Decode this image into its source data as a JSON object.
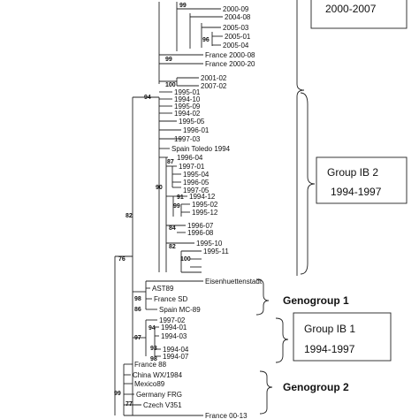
{
  "tree": {
    "leaves": [
      "2000-09",
      "2004-08",
      "2005-03",
      "2005-01",
      "2005-04",
      "France 2000-08",
      "France 2000-20",
      "2001-02",
      "2007-02",
      "1995-01",
      "1994-10",
      "1995-09",
      "1994-02",
      "1995-05",
      "1996-01",
      "1997-03",
      "Spain Toledo 1994",
      "1996-04",
      "1997-01",
      "1995-04",
      "1996-05",
      "1997-05",
      "1994-12",
      "1995-02",
      "1995-12",
      "1996-07",
      "1996-08",
      "1995-10",
      "1995-11",
      "Eisenhuettenstadt",
      "AST89",
      "France SD",
      "Spain MC-89",
      "1997-02",
      "1994-01",
      "1994-03",
      "1994-04",
      "1994-07",
      "France 88",
      "China WX/1984",
      "Mexico89",
      "Germany FRG",
      "Czech V351",
      "France 00-13"
    ],
    "bootstraps": [
      "99",
      "96",
      "99",
      "100",
      "94",
      "87",
      "90",
      "91",
      "99",
      "84",
      "82",
      "100",
      "82",
      "76",
      "98",
      "86",
      "94",
      "97",
      "93",
      "98",
      "99",
      "77"
    ]
  },
  "annotations": {
    "box_top_line": "2000-2007",
    "box_ib2_line1": "Group IB 2",
    "box_ib2_line2": "1994-1997",
    "genogroup1": "Genogroup 1",
    "box_ib1_line1": "Group IB 1",
    "box_ib1_line2": "1994-1997",
    "genogroup2": "Genogroup 2"
  }
}
